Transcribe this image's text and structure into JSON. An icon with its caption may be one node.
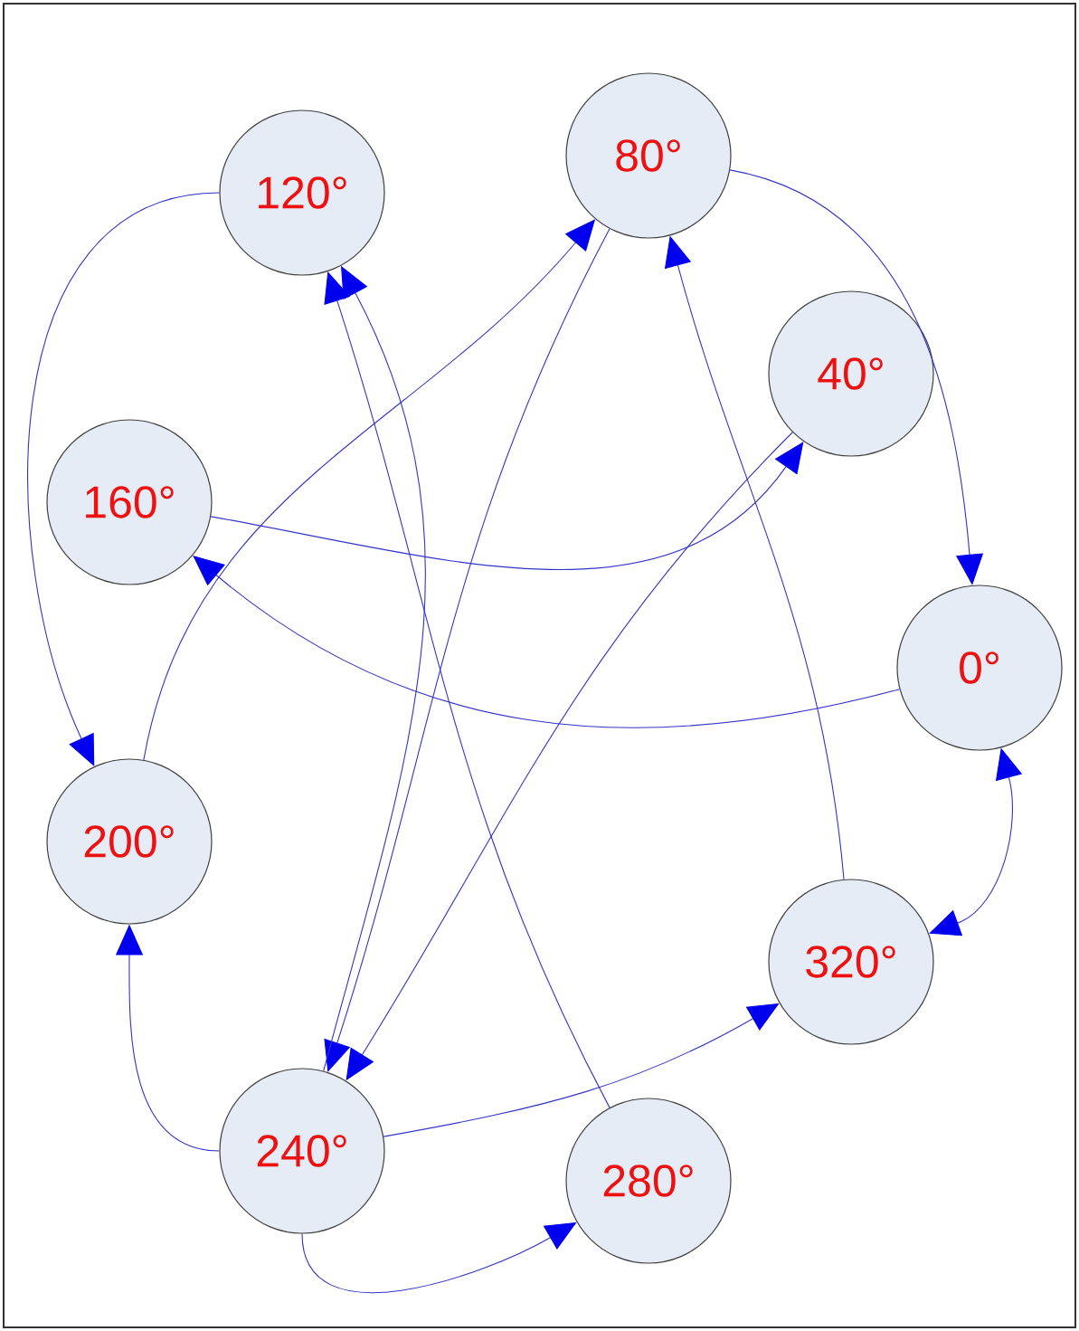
{
  "diagram": {
    "nodes": [
      {
        "text": [
          "80°"
        ]
      },
      {
        "text": [
          "120°"
        ]
      },
      {
        "text": [
          "40°"
        ]
      },
      {
        "text": [
          "160°"
        ]
      },
      {
        "text": [
          "0°"
        ]
      },
      {
        "text": [
          "200°"
        ]
      },
      {
        "text": [
          "320°"
        ]
      },
      {
        "text": [
          "240°"
        ]
      },
      {
        "text": [
          "280°"
        ]
      }
    ],
    "edges": [
      {
        "from": 0,
        "to": 4,
        "arrow": "to"
      },
      {
        "from": 1,
        "to": 5,
        "arrow": "to"
      },
      {
        "from": 3,
        "to": 2,
        "arrow": "to"
      },
      {
        "from": 4,
        "to": 3,
        "arrow": "to"
      },
      {
        "from": 4,
        "to": 6,
        "arrow": "both"
      },
      {
        "from": 5,
        "to": 0,
        "arrow": "to"
      },
      {
        "from": 0,
        "to": 7,
        "arrow": "to"
      },
      {
        "from": 2,
        "to": 7,
        "arrow": "to"
      },
      {
        "from": 6,
        "to": 0,
        "arrow": "to"
      },
      {
        "from": 7,
        "to": 1,
        "arrow": "to"
      },
      {
        "from": 8,
        "to": 1,
        "arrow": "to"
      },
      {
        "from": 7,
        "to": 5,
        "arrow": "to"
      },
      {
        "from": 7,
        "to": 6,
        "arrow": "to"
      },
      {
        "from": 7,
        "to": 8,
        "arrow": "to"
      }
    ]
  }
}
